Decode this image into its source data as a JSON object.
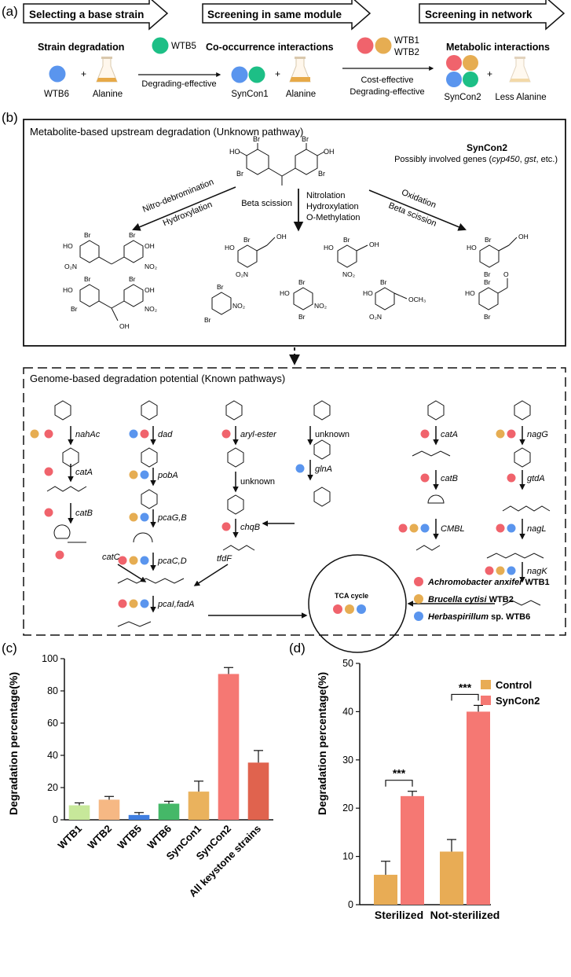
{
  "colors": {
    "wtb1": "#f0636c",
    "wtb2": "#e6ad52",
    "wtb5": "#1dbf86",
    "wtb6": "#5a95ee",
    "control": "#e8ac55",
    "syncon2": "#f57873",
    "all_keystone": "#e0634e",
    "bar_wtb1": "#c7e89a",
    "bar_wtb2": "#f6b884",
    "bar_wtb5": "#3f7ee0",
    "bar_wtb6": "#45b868",
    "bar_syncon1": "#eab25d"
  },
  "panel_a": {
    "label": "(a)",
    "stages": [
      "Selecting a base strain",
      "Screening in same module",
      "Screening in network"
    ],
    "stage1": {
      "title": "Strain degradation",
      "strain": "WTB6",
      "plus": "+",
      "substrate": "Alanine"
    },
    "add1": {
      "strain": "WTB5",
      "arrow_label": "Degrading-effective"
    },
    "stage2": {
      "title": "Co-occurrence interactions",
      "consortium": "SynCon1",
      "plus": "+",
      "substrate": "Alanine"
    },
    "add2": {
      "strain_a": "WTB1",
      "strain_b": "WTB2",
      "arrow_label_1": "Cost-effective",
      "arrow_label_2": "Degrading-effective"
    },
    "stage3": {
      "title": "Metabolic interactions",
      "consortium": "SynCon2",
      "plus": "+",
      "substrate": "Less Alanine"
    }
  },
  "panel_b": {
    "label": "(b)",
    "upstream": {
      "title": "Metabolite-based upstream degradation (Unknown pathway)",
      "consortium": "SynCon2",
      "genes_prefix": "Possibly involved genes (",
      "gene_1": "cyp450",
      "genes_sep": ", ",
      "gene_2": "gst",
      "genes_suffix": ", etc.)",
      "left_arrow": [
        "Nitro-debromination",
        "Hydroxylation"
      ],
      "middle_left": "Beta scission",
      "middle_right": [
        "Nitrolation",
        "Hydroxylation",
        "O-Methylation"
      ],
      "right_arrow": [
        "Oxidation",
        "Beta scission"
      ]
    },
    "known": {
      "title": "Genome-based degradation potential (Known pathways)",
      "enzymes": {
        "col1": [
          "nahAc",
          "catA",
          "catB",
          "catC"
        ],
        "col2": [
          "dad",
          "pobA",
          "pcaG,B",
          "pcaC,D",
          "pcaI,fadA"
        ],
        "col3": [
          "aryl-ester",
          "unknown",
          "chqB",
          "tfdF"
        ],
        "col4": [
          "unknown",
          "glnA"
        ],
        "col5": [
          "catA",
          "catB",
          "CMBL"
        ],
        "col6": [
          "nagG",
          "gtdA",
          "nagL",
          "nagK"
        ]
      },
      "tca": "TCA cycle",
      "legend": [
        {
          "name": "Achromobacter anxifer",
          "tag": "WTB1"
        },
        {
          "name": "Brucella cytisi",
          "tag": "WTB2"
        },
        {
          "name": "Herbaspirillum",
          "suffix": "sp.",
          "tag": "WTB6"
        }
      ]
    }
  },
  "panel_c": {
    "label": "(c)",
    "chart_data": {
      "type": "bar",
      "categories": [
        "WTB1",
        "WTB2",
        "WTB5",
        "WTB6",
        "SynCon1",
        "SynCon2",
        "All keystone strains"
      ],
      "values": [
        9,
        12.5,
        3,
        10,
        17.5,
        90.5,
        35.5
      ],
      "errors": [
        1.5,
        2,
        1.5,
        1.5,
        6.5,
        4,
        7.5
      ],
      "ylabel": "Degradation percentage(%)",
      "ylim": [
        0,
        100
      ],
      "yticks": [
        0,
        20,
        40,
        60,
        80,
        100
      ]
    }
  },
  "panel_d": {
    "label": "(d)",
    "chart_data": {
      "type": "bar",
      "categories": [
        "Sterilized",
        "Not-sterilized"
      ],
      "series": [
        {
          "name": "Control",
          "values": [
            6.2,
            11
          ],
          "errors": [
            2.8,
            2.5
          ]
        },
        {
          "name": "SynCon2",
          "values": [
            22.5,
            40
          ],
          "errors": [
            1,
            1.3
          ]
        }
      ],
      "ylabel": "Degradation percentage(%)",
      "ylim": [
        0,
        50
      ],
      "yticks": [
        0,
        10,
        20,
        30,
        40,
        50
      ],
      "significance": [
        "***",
        "***"
      ]
    }
  }
}
